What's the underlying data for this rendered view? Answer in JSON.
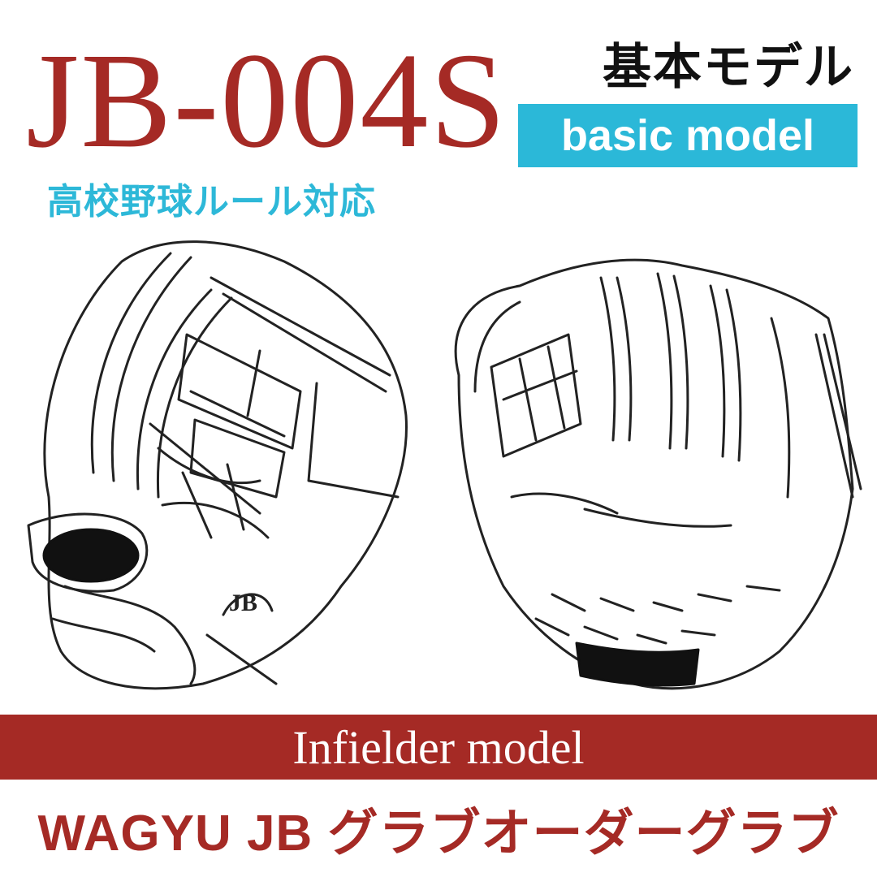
{
  "model_code": "JB-004S",
  "subtitle": "高校野球ルール対応",
  "basic_model_jp": "基本モデル",
  "basic_model_en": "basic model",
  "glove_images": {
    "back_glove": {
      "icon": "glove-back-icon",
      "stamp_text": "JB"
    },
    "palm_glove": {
      "icon": "glove-palm-icon"
    }
  },
  "band_label": "Infielder model",
  "footer": "WAGYU JB グラブオーダーグラブ",
  "colors": {
    "brand_red": "#a52a25",
    "accent_cyan": "#2db8d8",
    "text_dark": "#111111"
  }
}
